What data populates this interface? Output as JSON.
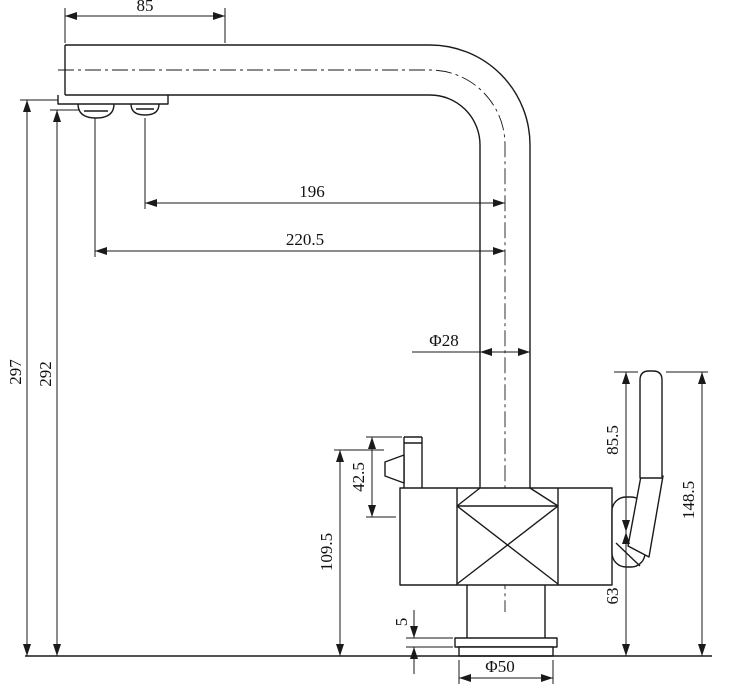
{
  "drawing": {
    "kind": "technical-dimension-drawing",
    "colors": {
      "line": "#1a1a1a",
      "background": "#ffffff"
    }
  },
  "dims": {
    "d85": "85",
    "d196": "196",
    "d220_5": "220.5",
    "d297": "297",
    "d292": "292",
    "dphi28": "Φ28",
    "d85_5": "85.5",
    "d148_5": "148.5",
    "d42_5": "42.5",
    "d109_5": "109.5",
    "d63": "63",
    "d5": "5",
    "dphi50": "Φ50"
  }
}
